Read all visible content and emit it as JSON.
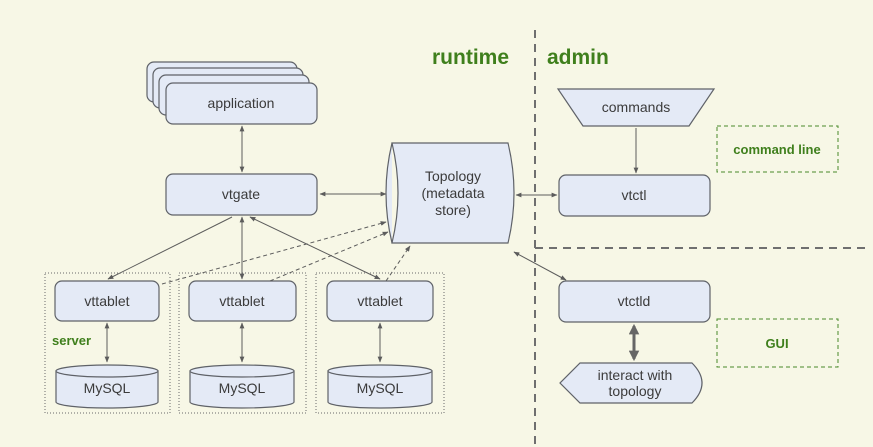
{
  "sections": {
    "runtime": "runtime",
    "admin": "admin"
  },
  "nodes": {
    "application": "application",
    "vtgate": "vtgate",
    "topology_line1": "Topology",
    "topology_line2": "(metadata",
    "topology_line3": "store)",
    "vttablet": "vttablet",
    "mysql": "MySQL",
    "commands": "commands",
    "vtctl": "vtctl",
    "vtctld": "vtctld",
    "interact_line1": "interact with",
    "interact_line2": "topology"
  },
  "labels": {
    "server": "server",
    "command_line": "command line",
    "gui": "GUI"
  },
  "colors": {
    "background": "#f7f7e6",
    "box_fill": "#e4eaf6",
    "box_stroke": "#5f6268",
    "green": "#3f7f1c"
  }
}
